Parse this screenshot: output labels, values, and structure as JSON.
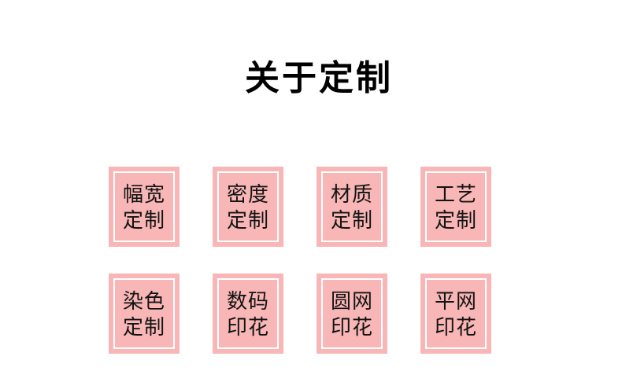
{
  "section": {
    "title": "关于定制"
  },
  "tiles": [
    {
      "name": "fabric-width-custom",
      "line1": "幅宽",
      "line2": "定制"
    },
    {
      "name": "density-custom",
      "line1": "密度",
      "line2": "定制"
    },
    {
      "name": "material-custom",
      "line1": "材质",
      "line2": "定制"
    },
    {
      "name": "craft-custom",
      "line1": "工艺",
      "line2": "定制"
    },
    {
      "name": "dyeing-custom",
      "line1": "染色",
      "line2": "定制"
    },
    {
      "name": "digital-printing",
      "line1": "数码",
      "line2": "印花"
    },
    {
      "name": "rotary-printing",
      "line1": "圆网",
      "line2": "印花"
    },
    {
      "name": "flat-printing",
      "line1": "平网",
      "line2": "印花"
    }
  ],
  "colors": {
    "page_bg": "#ffffff",
    "tile_bg": "#f8b6b6",
    "tile_inner_border": "#ffffff",
    "tile_text": "#141414",
    "title_text": "#000000"
  }
}
